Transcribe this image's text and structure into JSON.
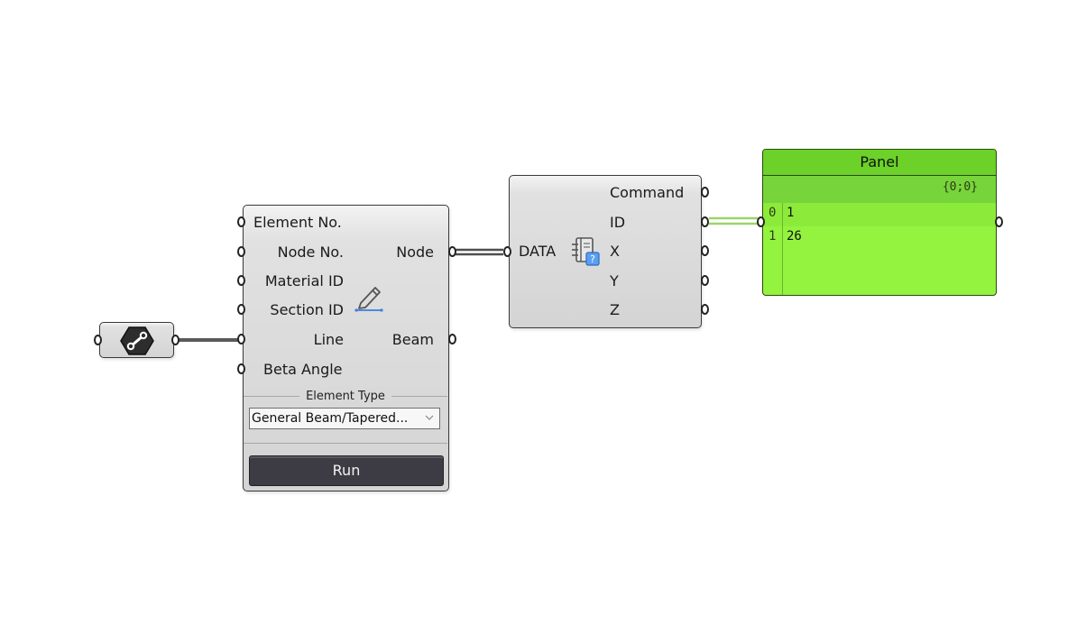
{
  "element_component": {
    "inputs": [
      "Element No.",
      "Node No.",
      "Material ID",
      "Section ID",
      "Line",
      "Beta Angle"
    ],
    "outputs": [
      "Node",
      "Beam"
    ],
    "element_type_title": "Element Type",
    "element_type_value": "General Beam/Tapered...",
    "run_label": "Run",
    "icon": "pencil-icon"
  },
  "data_component": {
    "input": "DATA",
    "outputs": [
      "Command",
      "ID",
      "X",
      "Y",
      "Z"
    ],
    "icon": "data-book-icon"
  },
  "panel": {
    "title": "Panel",
    "path": "{0;0}",
    "rows": [
      {
        "index": "0",
        "value": "1"
      },
      {
        "index": "1",
        "value": "26"
      }
    ]
  },
  "param_component": {
    "icon": "line-param-icon"
  },
  "colors": {
    "panel_bg": "#94f33e",
    "panel_header": "#6cd128",
    "wire": "#555555",
    "wire_selected": "#9bd46a",
    "run_button": "#3d3c45"
  }
}
